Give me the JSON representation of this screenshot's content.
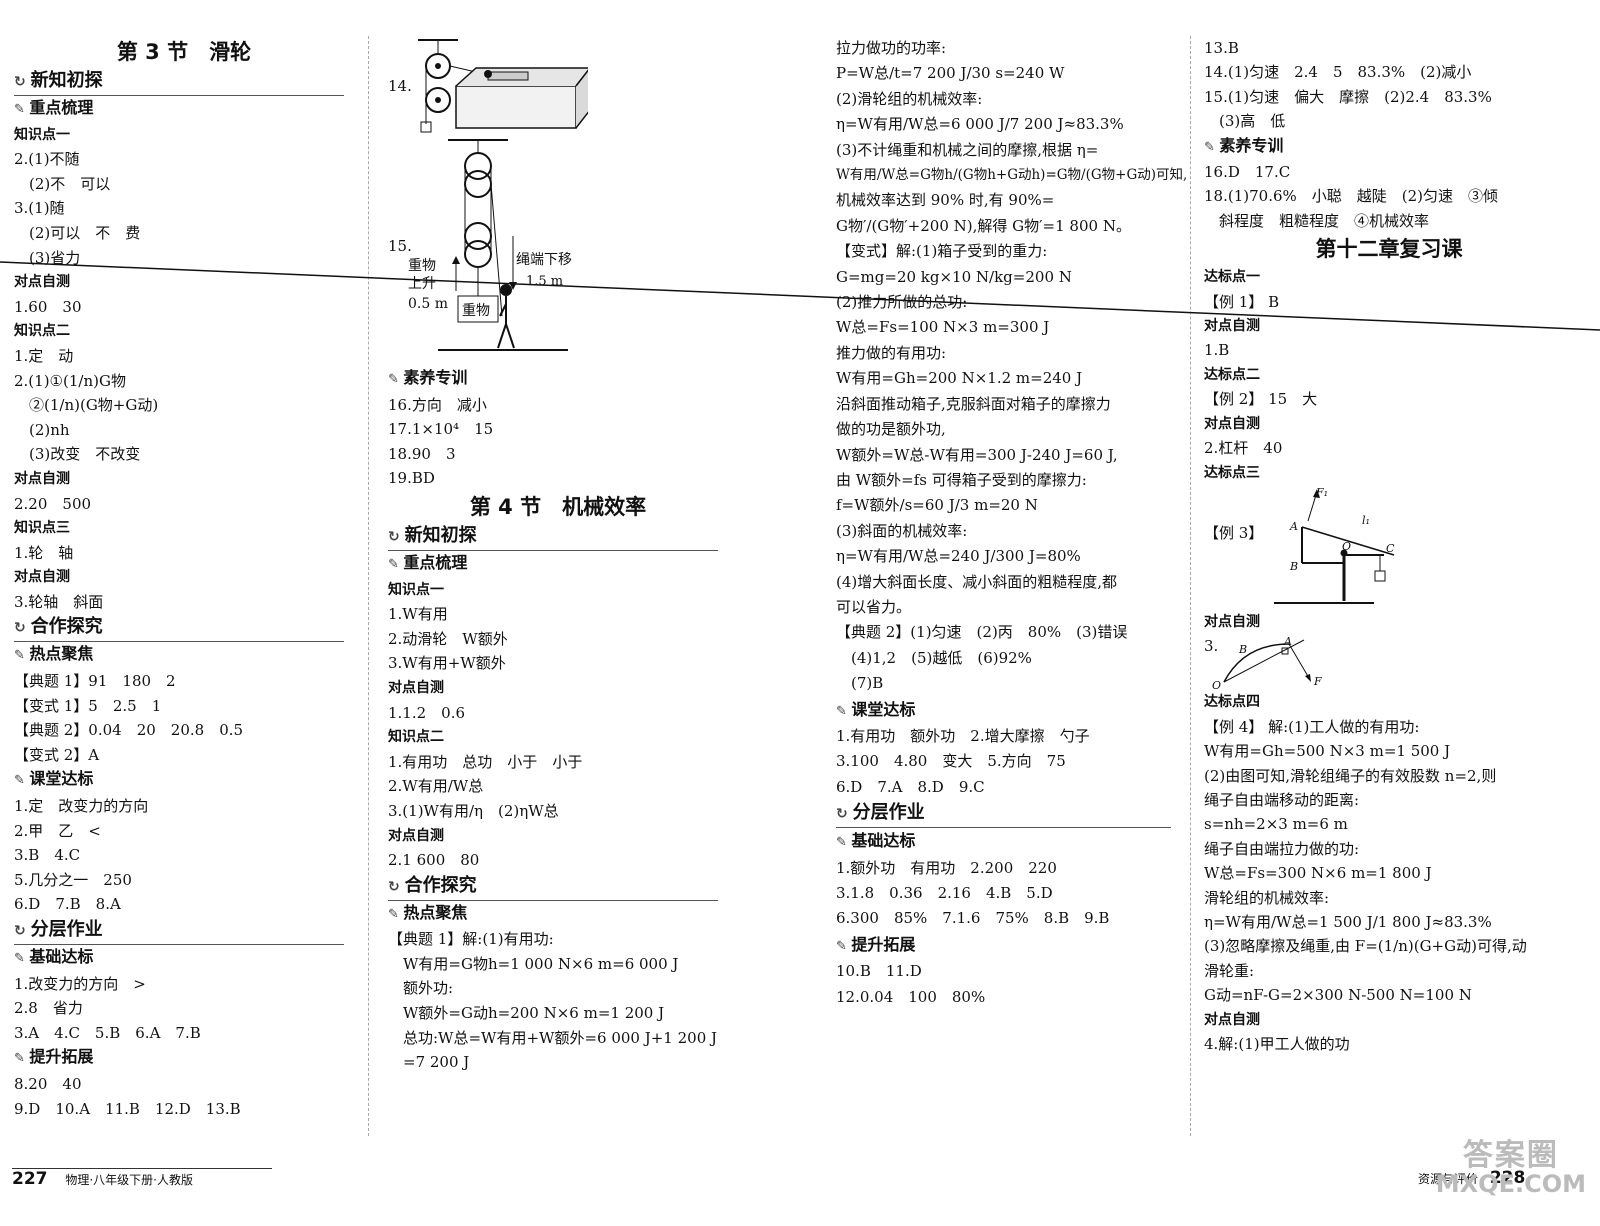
{
  "col1": {
    "title": "第 3 节　滑轮",
    "bar_new": "新知初探",
    "sub_key": "重点梳理",
    "kp1": "知识点一",
    "l1": "2.(1)不随",
    "l2": "　(2)不　可以",
    "l3": "3.(1)随",
    "l4": "　(2)可以　不　费",
    "l5": "　(3)省力",
    "self1": "对点自测",
    "l6": "1.60　30",
    "kp2": "知识点二",
    "l7": "1.定　动",
    "l8": "2.(1)①(1/n)G物",
    "l9": "　②(1/n)(G物+G动)",
    "l10": "　(2)nh",
    "l11": "　(3)改变　不改变",
    "self2": "对点自测",
    "l12": "2.20　500",
    "kp3": "知识点三",
    "l13": "1.轮　轴",
    "self3": "对点自测",
    "l14": "3.轮轴　斜面",
    "bar_coop": "合作探究",
    "sub_hot": "热点聚焦",
    "l15": "【典题 1】91　180　2",
    "l16": "【变式 1】5　2.5　1",
    "l17": "【典题 2】0.04　20　20.8　0.5",
    "l18": "【变式 2】A",
    "sub_class": "课堂达标",
    "l19": "1.定　改变力的方向",
    "l20": "2.甲　乙　<",
    "l21": "3.B　4.C",
    "l22": "5.几分之一　250",
    "l23": "6.D　7.B　8.A",
    "bar_layer": "分层作业",
    "sub_base": "基础达标",
    "l24": "1.改变力的方向　>",
    "l25": "2.8　省力",
    "l26": "3.A　4.C　5.B　6.A　7.B",
    "sub_up": "提升拓展",
    "l27": "8.20　40",
    "l28": "9.D　10.A　11.B　12.D　13.B"
  },
  "col2": {
    "q14": "14.",
    "q15": "15.",
    "fig_weight": "重物",
    "fig_up": "上升",
    "fig_up_dist": "0.5 m",
    "fig_rope": "绳端下移",
    "fig_rope_dist": "1.5 m",
    "sub_quality": "素养专训",
    "l1": "16.方向　减小",
    "l2": "17.1×10⁴　15",
    "l3": "18.90　3",
    "l4": "19.BD",
    "title": "第 4 节　机械效率",
    "bar_new": "新知初探",
    "sub_key": "重点梳理",
    "kp1": "知识点一",
    "l5": "1.W有用",
    "l6": "2.动滑轮　W额外",
    "l7": "3.W有用+W额外",
    "self1": "对点自测",
    "l8": "1.1.2　0.6",
    "kp2": "知识点二",
    "l9": "1.有用功　总功　小于　小于",
    "l10": "2.W有用/W总",
    "l11": "3.(1)W有用/η　(2)ηW总",
    "self2": "对点自测",
    "l12": "2.1 600　80",
    "bar_coop": "合作探究",
    "sub_hot": "热点聚焦",
    "l13": "【典题 1】解:(1)有用功:",
    "l14": "　W有用=G物h=1 000 N×6 m=6 000 J",
    "l15": "　额外功:",
    "l16": "　W额外=G动h=200 N×6 m=1 200 J",
    "l17": "　总功:W总=W有用+W额外=6 000 J+1 200 J",
    "l18": "　=7 200 J"
  },
  "col3": {
    "l1": "拉力做功的功率:",
    "l2": "P=W总/t=7 200 J/30 s=240 W",
    "l3": "(2)滑轮组的机械效率:",
    "l4": "η=W有用/W总=6 000 J/7 200 J≈83.3%",
    "l5": "(3)不计绳重和机械之间的摩擦,根据 η=",
    "l6": "W有用/W总=G物h/(G物h+G动h)=G物/(G物+G动)可知,",
    "l7": "机械效率达到 90% 时,有 90%=",
    "l8": "G物′/(G物′+200 N),解得 G物′=1 800 N。",
    "l9": "【变式】解:(1)箱子受到的重力:",
    "l10": "G=mg=20 kg×10 N/kg=200 N",
    "l11": "(2)推力所做的总功:",
    "l12": "W总=Fs=100 N×3 m=300 J",
    "l13": "推力做的有用功:",
    "l14": "W有用=Gh=200 N×1.2 m=240 J",
    "l15": "沿斜面推动箱子,克服斜面对箱子的摩擦力",
    "l16": "做的功是额外功,",
    "l17": "W额外=W总-W有用=300 J-240 J=60 J,",
    "l18": "由 W额外=fs 可得箱子受到的摩擦力:",
    "l19": "f=W额外/s=60 J/3 m=20 N",
    "l20": "(3)斜面的机械效率:",
    "l21": "η=W有用/W总=240 J/300 J=80%",
    "l22": "(4)增大斜面长度、减小斜面的粗糙程度,都",
    "l23": "可以省力。",
    "l24": "【典题 2】(1)匀速　(2)丙　80%　(3)错误",
    "l25": "　(4)1,2　(5)越低　(6)92%",
    "l26": "　(7)B",
    "sub_class": "课堂达标",
    "l27": "1.有用功　额外功　2.增大摩擦　勺子",
    "l28": "3.100　4.80　变大　5.方向　75",
    "l29": "6.D　7.A　8.D　9.C",
    "bar_layer": "分层作业",
    "sub_base": "基础达标",
    "l30": "1.额外功　有用功　2.200　220",
    "l31": "3.1.8　0.36　2.16　4.B　5.D",
    "l32": "6.300　85%　7.1.6　75%　8.B　9.B",
    "sub_up": "提升拓展",
    "l33": "10.B　11.D",
    "l34": "12.0.04　100　80%"
  },
  "col4": {
    "l1": "13.B",
    "l2": "14.(1)匀速　2.4　5　83.3%　(2)减小",
    "l3": "15.(1)匀速　偏大　摩擦　(2)2.4　83.3%",
    "l4": "　(3)高　低",
    "sub_quality": "素养专训",
    "l5": "16.D　17.C",
    "l6": "18.(1)70.6%　小聪　越陡　(2)匀速　③倾",
    "l7": "　斜程度　粗糙程度　④机械效率",
    "title": "第十二章复习课",
    "kp1": "达标点一",
    "l8": "【例 1】 B",
    "self1": "对点自测",
    "l9": "1.B",
    "kp2": "达标点二",
    "l10": "【例 2】 15　大",
    "self2": "对点自测",
    "l11": "2.杠杆　40",
    "kp3": "达标点三",
    "l12": "【例 3】",
    "fig_F1": "F₁",
    "fig_l1": "l₁",
    "fig_A": "A",
    "fig_B": "B",
    "fig_O": "O",
    "fig_C": "C",
    "self3": "对点自测",
    "l13": "3.",
    "fig2_B": "B",
    "fig2_A": "A",
    "fig2_O": "O",
    "fig2_F": "F",
    "kp4": "达标点四",
    "l14": "【例 4】 解:(1)工人做的有用功:",
    "l15": "W有用=Gh=500 N×3 m=1 500 J",
    "l16": "(2)由图可知,滑轮组绳子的有效股数 n=2,则",
    "l17": "绳子自由端移动的距离:",
    "l18": "s=nh=2×3 m=6 m",
    "l19": "绳子自由端拉力做的功:",
    "l20": "W总=Fs=300 N×6 m=1 800 J",
    "l21": "滑轮组的机械效率:",
    "l22": "η=W有用/W总=1 500 J/1 800 J≈83.3%",
    "l23": "(3)忽略摩擦及绳重,由 F=(1/n)(G+G动)可得,动",
    "l24": "滑轮重:",
    "l25": "G动=nF-G=2×300 N-500 N=100 N",
    "self4": "对点自测",
    "l26": "4.解:(1)甲工人做的功"
  },
  "footer": {
    "page_left": "227",
    "book": "物理·八年级下册·人教版",
    "series": "资源与评价",
    "page_right": "228"
  },
  "watermark": {
    "line1": "答案圈",
    "line2": "MXQE.COM"
  }
}
